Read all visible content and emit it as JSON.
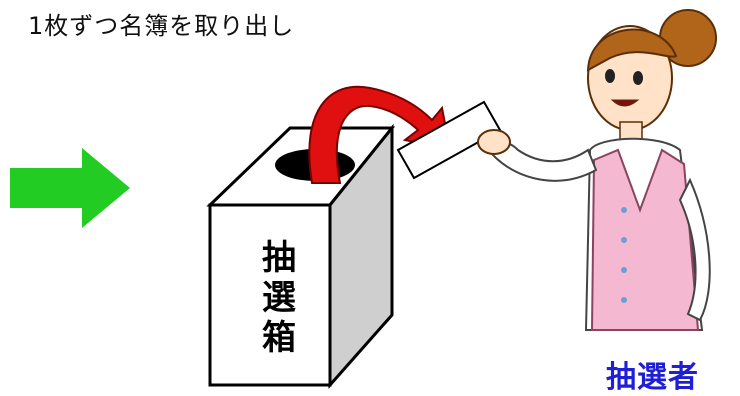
{
  "caption": "1枚ずつ名簿を取り出し",
  "box": {
    "label_chars": [
      "抽",
      "選",
      "箱"
    ]
  },
  "drawer": {
    "label": "抽選者"
  },
  "colors": {
    "arrow_green": "#22cc22",
    "curve_red": "#e01010",
    "drawer_label": "#1f1fd6",
    "vest_pink": "#f4b8d0"
  },
  "icons": [
    "right-arrow-icon",
    "ballot-box",
    "curved-arrow-icon",
    "name-card",
    "drawer-person"
  ]
}
